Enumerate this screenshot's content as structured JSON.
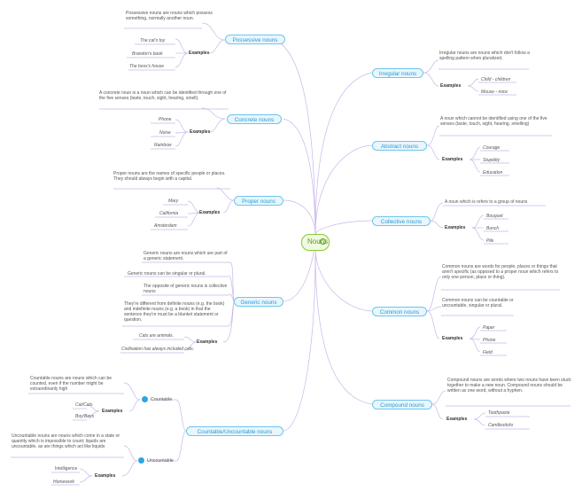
{
  "central": {
    "label": "Nouns",
    "arrow": "→"
  },
  "possessive": {
    "title": "Possessive nouns",
    "definition": "Possessive nouns are nouns which possess something, normally another noun.",
    "examples_label": "Examples",
    "examples": [
      "The cat's toy",
      "Brandon's book",
      "The boss's house"
    ]
  },
  "concrete": {
    "title": "Concrete nouns",
    "definition": "A concrete noun is a noun which can be identified through one of the five senses (taste, touch, sight, hearing, smell).",
    "examples_label": "Examples",
    "examples": [
      "Phone",
      "Noise",
      "Rainbow"
    ]
  },
  "proper": {
    "title": "Proper nouns",
    "definition": "Proper nouns are the names of specific people or places. They should always begin with a capital.",
    "examples_label": "Examples",
    "examples": [
      "Mary",
      "California",
      "Amsterdam"
    ]
  },
  "generic": {
    "title": "Generic nouns",
    "notes": [
      "Generic nouns are nouns which are part of a generic statement.",
      "Generic nouns can be singular or plural.",
      "The opposite of generic nouns is collective nouns",
      "They're different from definite nouns (e.g. the book) and indefinite nouns (e.g. a book) in that the sentence they're must be a blanket statement or question."
    ],
    "examples_label": "Examples",
    "examples": [
      "Cats are animals.",
      "Civilisation has always included cats."
    ]
  },
  "countable_uncountable": {
    "title": "Countable/Uncountable nouns",
    "countable": {
      "label": "Countable",
      "definition": "Countable nouns are nouns which can be counted, even if the number might be extraordinarily high",
      "examples_label": "Examples",
      "examples": [
        "Cat/Cats",
        "Boy/Boys"
      ]
    },
    "uncountable": {
      "label": "Uncountable",
      "definition": "Uncountable nouns are nouns which come in a state or quantity which is impossible to count; liquids are uncountable, as are things which act like liquids",
      "examples_label": "Examples",
      "examples": [
        "Intelligence",
        "Homework"
      ]
    }
  },
  "irregular": {
    "title": "Irregular nouns",
    "definition": "Irregular nouns are nouns which don't follow a spelling pattern when pluralized.",
    "examples_label": "Examples",
    "examples": [
      "Child - children",
      "Mouse - mice"
    ]
  },
  "abstract": {
    "title": "Abstract nouns",
    "definition": "A noun which cannot be identified using one of the five senses (taste, touch, sight, hearing, smelling)",
    "examples_label": "Examples",
    "examples": [
      "Courage",
      "Stupidity",
      "Education"
    ]
  },
  "collective": {
    "title": "Collective nouns",
    "definition": "A noun which is refers to a group of nouns",
    "examples_label": "Examples",
    "examples": [
      "Bouquet",
      "Bunch",
      "Pile"
    ]
  },
  "common": {
    "title": "Common nouns",
    "notes": [
      "Common nouns are words for people, places or things that aren't specific (as opposed to a proper noun which refers to only one person, place or thing).",
      "Common nouns can be countable or uncountable, singular or plural."
    ],
    "examples_label": "Examples",
    "examples": [
      "Paper",
      "Phone",
      "Field"
    ]
  },
  "compound": {
    "title": "Compound nouns",
    "definition": "Compound nouns are words where two nouns have been stuck together to make a new noun. Compound nouns should be written as one word, without a hyphen.",
    "examples_label": "Examples",
    "examples": [
      "Toothpaste",
      "Candlesticks"
    ]
  }
}
